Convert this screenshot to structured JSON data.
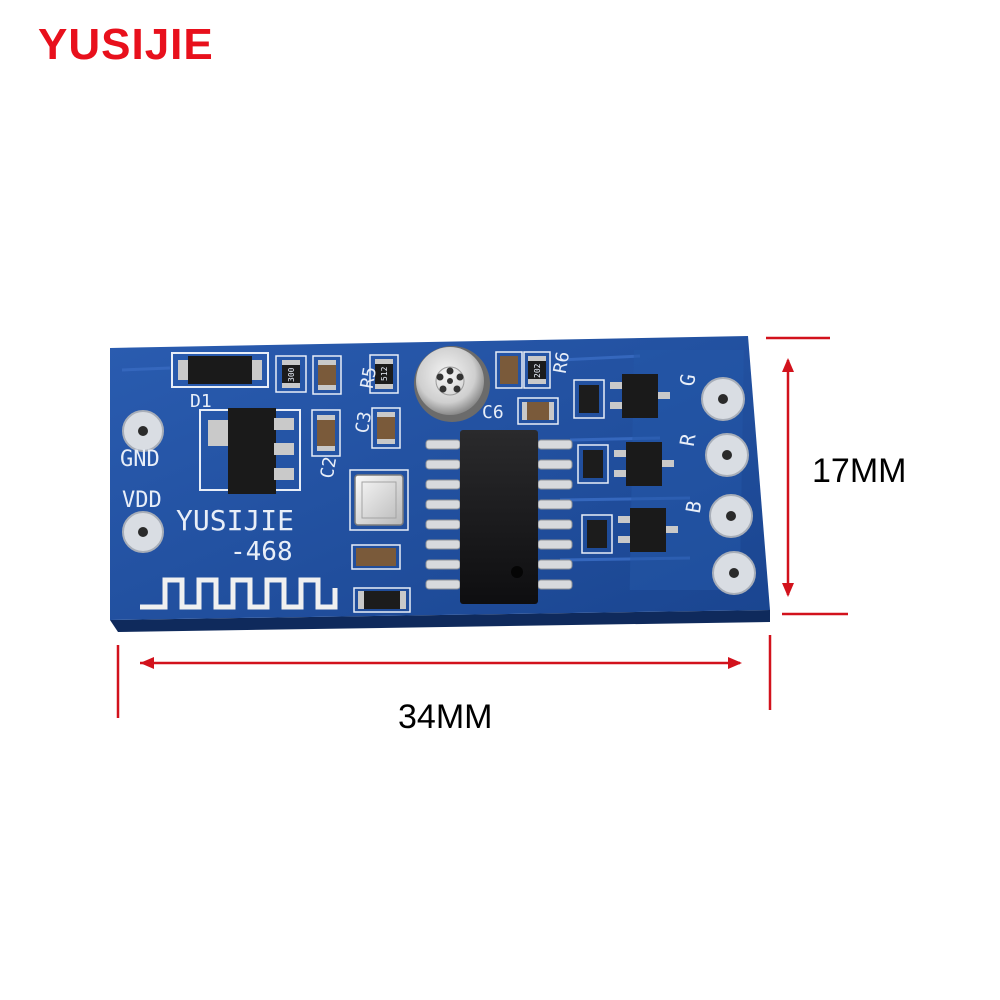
{
  "brand": {
    "text": "YUSIJIE",
    "color": "#e8101c"
  },
  "dimensions": {
    "width_label": "34MM",
    "height_label": "17MM",
    "line_color": "#d2121c"
  },
  "board": {
    "color": "#1e4fa0",
    "silkscreen": {
      "gnd": "GND",
      "vdd": "VDD",
      "model_name": "YUSIJIE",
      "model_number": "-468",
      "d1": "D1",
      "r5": "R5",
      "r6": "R6",
      "c2": "C2",
      "c3": "C3",
      "c6": "C6",
      "g": "G",
      "r": "R",
      "b": "B"
    },
    "resistor_codes": {
      "left": "300",
      "middle": "512",
      "right": "202"
    }
  }
}
